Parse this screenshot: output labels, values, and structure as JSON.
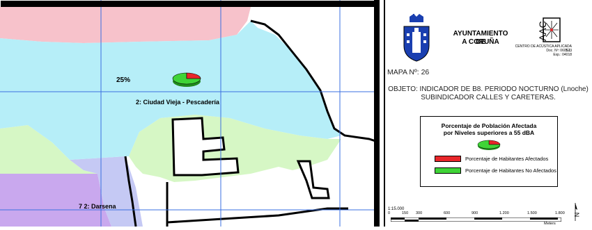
{
  "map": {
    "percent_label": "25%",
    "zone_label": "2: Ciudad Vieja - Pescadería",
    "bottom_label": "7  2: Darsena",
    "pie": {
      "affected_fraction": 0.25
    }
  },
  "panel": {
    "org_title_line1": "AYUNTAMIENTO DE",
    "org_title_line2": "A CORUÑA",
    "aac_logo_text": "AAC",
    "aac_subtitle": "CENTRO DE ACÚSTICA APLICADA S.L.",
    "doc_no": "Doc. Nº: 060523",
    "exp_no": "Exp.: 04018",
    "mapa": "MAPA Nº: 26",
    "objeto_line1": "OBJETO: INDICADOR DE B8. PERIODO NOCTURNO (Lnoche)",
    "objeto_line2": "SUBINDICADOR CALLES Y CARETERAS.",
    "legend": {
      "title_line1": "Porcentaje de Población Afectada",
      "title_line2": "por Niveles superiores a 55 dBA",
      "items": [
        {
          "label": "Porcentaje de Habitantes Afectados",
          "color": "#e8262a"
        },
        {
          "label": "Porcentaje de Habitantes No Afectados",
          "color": "#3fd437"
        }
      ]
    },
    "scale": {
      "ratio": "1:15.000",
      "ticks": [
        "0",
        "150",
        "300",
        "600",
        "900",
        "1.200",
        "1.500",
        "1.800"
      ],
      "unit": "Meters"
    },
    "north_label": "N"
  },
  "colors": {
    "zone_blue": "#b6eef8",
    "zone_pink": "#f7c2cb",
    "zone_green": "#d6f7c5",
    "zone_purple": "#c9a8ee",
    "zone_lavender": "#c5c9f4",
    "grid": "#3a6fe0",
    "pie_red": "#e8262a",
    "pie_green": "#3fd437"
  }
}
